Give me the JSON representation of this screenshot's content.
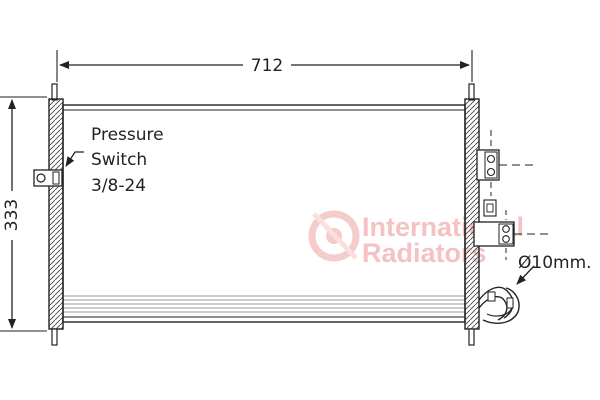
{
  "dimensions": {
    "width_label": "712",
    "height_label": "333"
  },
  "annotations": {
    "pressure_switch": [
      "Pressure",
      "Switch",
      "3/8-24"
    ],
    "pipe_diameter": "Ø10mm."
  },
  "watermark": {
    "line1": "International",
    "line2": "Radiators",
    "color": "#f4c2c2"
  }
}
